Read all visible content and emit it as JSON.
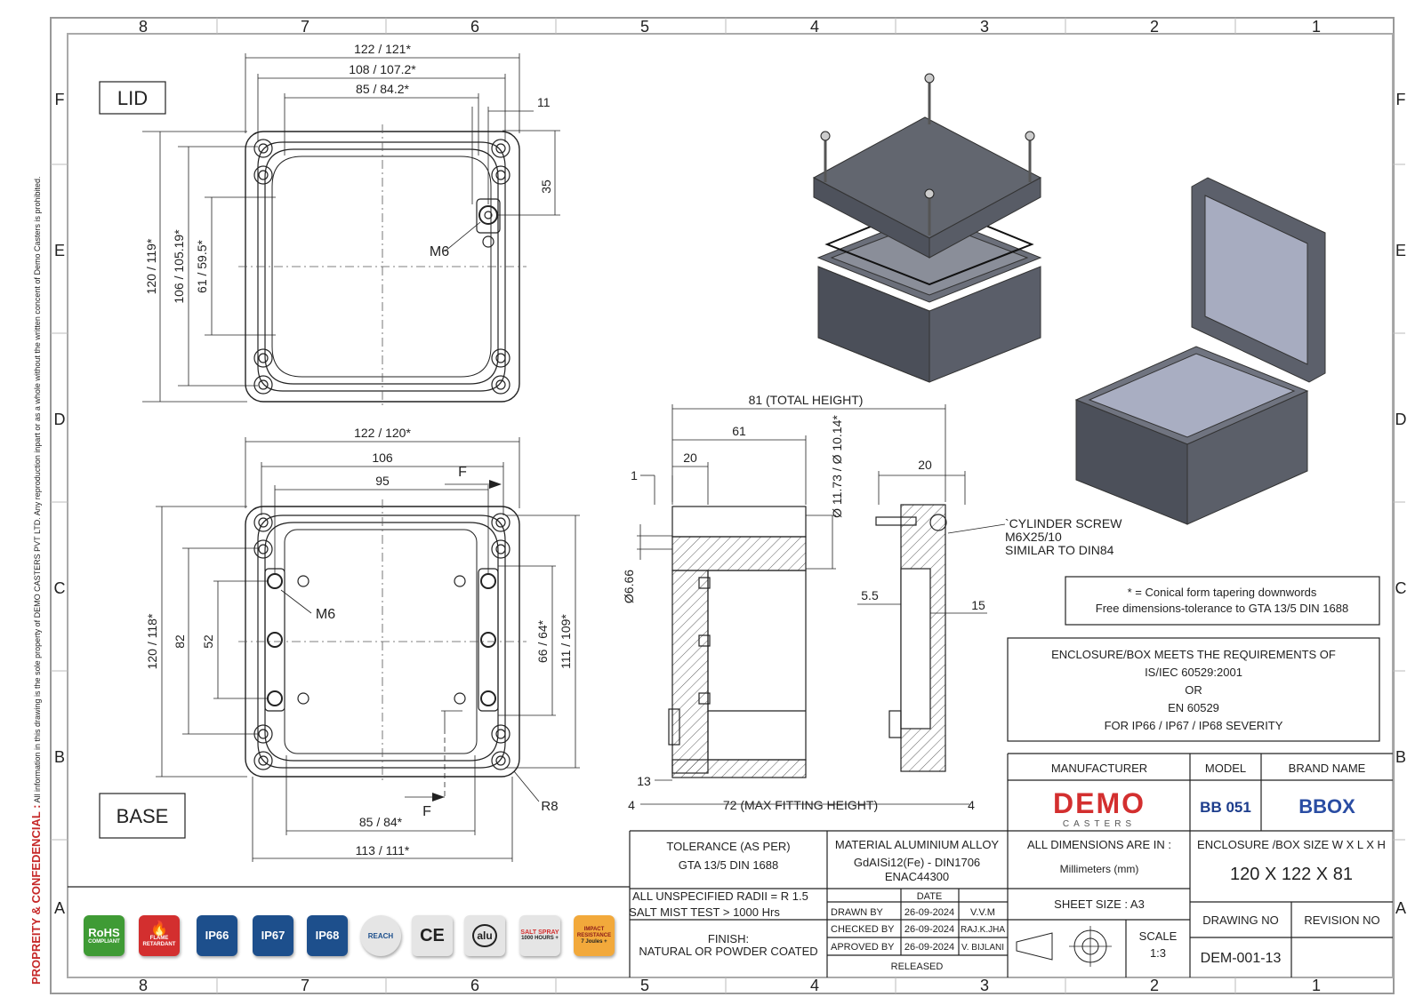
{
  "frame": {
    "cols": [
      "8",
      "7",
      "6",
      "5",
      "4",
      "3",
      "2",
      "1"
    ],
    "rows": [
      "F",
      "E",
      "D",
      "C",
      "B",
      "A"
    ]
  },
  "side_note": {
    "prefix": "PROPREITY & CONFEDENCIAL :",
    "text": "All information in this drawing is the sole property of DEMO CASTERS PVT LTD. Any reproduction inpart or as a whole without the written concent of Demo Casters is prohibited."
  },
  "lid": {
    "label": "LID",
    "dim_122": "122 / 121*",
    "dim_108": "108 / 107.2*",
    "dim_85": "85 / 84.2*",
    "dim_11": "11",
    "dim_35": "35",
    "dim_120": "120 / 119*",
    "dim_106": "106 / 105.19*",
    "dim_61": "61 / 59.5*",
    "m6": "M6"
  },
  "base": {
    "label": "BASE",
    "dim_122": "122 / 120*",
    "dim_106": "106",
    "dim_95": "95",
    "f_top": "F",
    "f_bottom": "F",
    "dim_120": "120 / 118*",
    "dim_82": "82",
    "dim_52": "52",
    "dim_66": "66 / 64*",
    "dim_111": "111 / 109*",
    "m6": "M6",
    "r8": "R8",
    "dim_85": "85 / 84*",
    "dim_113": "113 / 111*"
  },
  "section": {
    "total_height": "81 (TOTAL HEIGHT)",
    "dim_61": "61",
    "dim_20": "20",
    "dim_1": "1",
    "dia_11": "Ø 11.73 / Ø 10.14*",
    "dia_6": "Ø6.66",
    "dim_20b": "20",
    "screw": [
      "`CYLINDER SCREW",
      "M6X25/10",
      "SIMILAR TO DIN84"
    ],
    "dim_55": "5.5",
    "dim_15": "15",
    "dim_13": "13",
    "dim_4a": "4",
    "dim_72": "72 (MAX FITTING HEIGHT)",
    "dim_4b": "4"
  },
  "notes": {
    "conical": "* = Conical form tapering downwords",
    "tolerance": "Free dimensions-tolerance to GTA 13/5 DIN 1688",
    "compliance": [
      "ENCLOSURE/BOX MEETS THE REQUIREMENTS OF",
      "IS/IEC 60529:2001",
      "OR",
      "EN 60529",
      "FOR IP66 / IP67 / IP68 SEVERITY"
    ]
  },
  "title_block": {
    "manufacturer_h": "MANUFACTURER",
    "model_h": "MODEL",
    "brand_h": "BRAND NAME",
    "logo_demo": "DEMO",
    "logo_casters": "CASTERS",
    "model": "BB 051",
    "brand": "BBOX",
    "tolerance_h": "TOLERANCE (AS PER)",
    "tolerance_v": "GTA 13/5 DIN 1688",
    "material": [
      "MATERIAL ALUMINIUM ALLOY",
      "GdAISi12(Fe) - DIN1706",
      "ENAC44300"
    ],
    "dims_h": "ALL DIMENSIONS ARE IN :",
    "dims_v": "Millimeters (mm)",
    "size_h": "ENCLOSURE /BOX SIZE W X L X H",
    "size_v": "120 X 122 X 81",
    "radii": "ALL UNSPECIFIED RADII = R 1.5",
    "salt": "SALT MIST TEST > 1000 Hrs",
    "finish_h": "FINISH:",
    "finish_v": "NATURAL OR POWDER COATED",
    "date_h": "DATE",
    "drawn": [
      "DRAWN BY",
      "26-09-2024",
      "V.V.M"
    ],
    "checked": [
      "CHECKED BY",
      "26-09-2024",
      "RAJ.K.JHA"
    ],
    "approved": [
      "APROVED BY",
      "26-09-2024",
      "V. BIJLANI"
    ],
    "released": "RELEASED",
    "sheet": "SHEET SIZE : A3",
    "scale_h": "SCALE",
    "scale_v": "1:3",
    "drawing_no_h": "DRAWING NO",
    "revision_h": "REVISION NO",
    "drawing_no": "DEM-001-13"
  },
  "badges": [
    {
      "title": "RoHS",
      "sub": "COMPLIANT",
      "icon": "rohs-icon",
      "color": "#3f9b35"
    },
    {
      "title": "",
      "sub": "FLAME RETARDANT",
      "icon": "flame-icon",
      "color": "#d32f2f"
    },
    {
      "title": "IP66",
      "sub": "",
      "icon": "ip66-icon",
      "color": "#1d4f8c"
    },
    {
      "title": "IP67",
      "sub": "",
      "icon": "ip67-icon",
      "color": "#1d4f8c"
    },
    {
      "title": "IP68",
      "sub": "",
      "icon": "ip68-icon",
      "color": "#1d4f8c"
    },
    {
      "title": "REACH",
      "sub": "",
      "icon": "reach-icon",
      "color": "#e5e5e5"
    },
    {
      "title": "CE",
      "sub": "",
      "icon": "ce-icon",
      "color": "#e5e5e5"
    },
    {
      "title": "alu",
      "sub": "",
      "icon": "alu-icon",
      "color": "#e5e5e5"
    },
    {
      "title": "SALT SPRAY",
      "sub": "1000 HOURS +",
      "icon": "salt-spray-icon",
      "color": "#e5e5e5"
    },
    {
      "title": "IMPACT RESISTANCE",
      "sub": "7 Joules +",
      "icon": "impact-icon",
      "color": "#f2a93b"
    }
  ]
}
